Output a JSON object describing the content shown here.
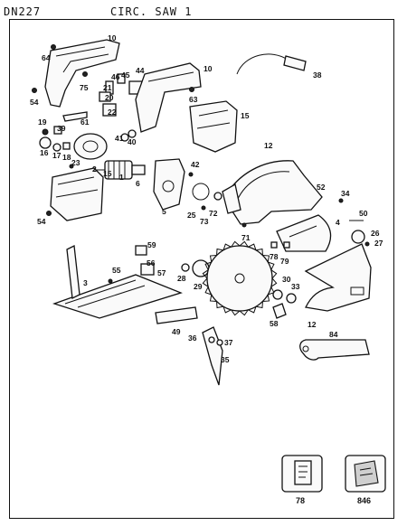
{
  "header": {
    "model": "DN227",
    "title": "CIRC. SAW 1"
  },
  "labels": {
    "p10a": "10",
    "p64": "64",
    "p75": "75",
    "p21": "21",
    "p46": "46",
    "p45": "45",
    "p44": "44",
    "p10b": "10",
    "p38": "38",
    "p54a": "54",
    "p20": "20",
    "p22": "22",
    "p63": "63",
    "p15a": "15",
    "p61": "61",
    "p19": "19",
    "p39": "39",
    "p40": "40",
    "p41": "41",
    "p16": "16",
    "p17": "17",
    "p18": "18",
    "p23": "23",
    "p2": "2",
    "p15b": "15",
    "p1": "1",
    "p6": "6",
    "p12a": "12",
    "p42": "42",
    "p5": "5",
    "p25": "25",
    "p72": "72",
    "p73": "73",
    "p52": "52",
    "p34": "34",
    "p50": "50",
    "p71": "71",
    "p4": "4",
    "p54b": "54",
    "p26": "26",
    "p27": "27",
    "p59": "59",
    "p56": "56",
    "p57": "57",
    "p55": "55",
    "p3": "3",
    "p28": "28",
    "p29": "29",
    "p78a": "78",
    "p79": "79",
    "p30": "30",
    "p33": "33",
    "p58": "58",
    "p12b": "12",
    "p49": "49",
    "p84": "84",
    "p36": "36",
    "p37": "37",
    "p35": "35"
  },
  "accessories": {
    "manual_number": "78",
    "kit_number": "846"
  }
}
